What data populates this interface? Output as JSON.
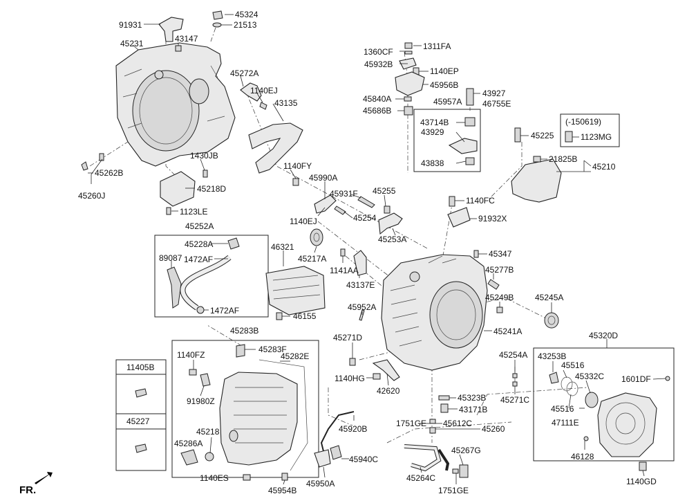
{
  "labels": {
    "l91931": "91931",
    "l45324": "45324",
    "l21513": "21513",
    "l43147": "43147",
    "l45231": "45231",
    "l45272A": "45272A",
    "l1140EJ_a": "1140EJ",
    "l43135": "43135",
    "l1430JB": "1430JB",
    "l45262B": "45262B",
    "l45260J": "45260J",
    "l45218D": "45218D",
    "l1140FY": "1140FY",
    "l1123LE": "1123LE",
    "l45252A": "45252A",
    "l45228A": "45228A",
    "l89087": "89087",
    "l1472AF_a": "1472AF",
    "l1472AF_b": "1472AF",
    "l1360CF": "1360CF",
    "l1311FA": "1311FA",
    "l45932B": "45932B",
    "l1140EP": "1140EP",
    "l45956B": "45956B",
    "l45840A": "45840A",
    "l43927": "43927",
    "l46755E": "46755E",
    "l45957A": "45957A",
    "l45686B": "45686B",
    "l43714B": "43714B",
    "l43929": "43929",
    "l43838": "43838",
    "l150619": "(-150619)",
    "l1123MG": "1123MG",
    "l45225": "45225",
    "l21825B": "21825B",
    "l45210": "45210",
    "l45990A": "45990A",
    "l45931F": "45931F",
    "l45255": "45255",
    "l1140FC": "1140FC",
    "l1140EJ_b": "1140EJ",
    "l45254": "45254",
    "l91932X": "91932X",
    "l45253A": "45253A",
    "l46321": "46321",
    "l45217A": "45217A",
    "l45347": "45347",
    "l1141AA": "1141AA",
    "l43137E": "43137E",
    "l45277B": "45277B",
    "l45249B": "45249B",
    "l45245A": "45245A",
    "l46155": "46155",
    "l45952A": "45952A",
    "l45241A": "45241A",
    "l45283B": "45283B",
    "l45283F": "45283F",
    "l45271D": "45271D",
    "l45320D": "45320D",
    "l1140FZ": "1140FZ",
    "l45282E": "45282E",
    "l45254A": "45254A",
    "l43253B": "43253B",
    "l45516_a": "45516",
    "l11405B": "11405B",
    "l1140HG": "1140HG",
    "l45332C": "45332C",
    "l1601DF": "1601DF",
    "l42620": "42620",
    "l45271C": "45271C",
    "l91980Z": "91980Z",
    "l45323B": "45323B",
    "l45227": "45227",
    "l43171B": "43171B",
    "l45516_b": "45516",
    "l47111E": "47111E",
    "l1751GE_a": "1751GE",
    "l45612C": "45612C",
    "l45260": "45260",
    "l45218": "45218",
    "l45920B": "45920B",
    "l46128": "46128",
    "l45286A": "45286A",
    "l45267G": "45267G",
    "l45940C": "45940C",
    "l45264C": "45264C",
    "l1140ES": "1140ES",
    "l45950A": "45950A",
    "l45954B": "45954B",
    "l1751GE_b": "1751GE",
    "l1140GD": "1140GD"
  },
  "fr_marker": "FR."
}
